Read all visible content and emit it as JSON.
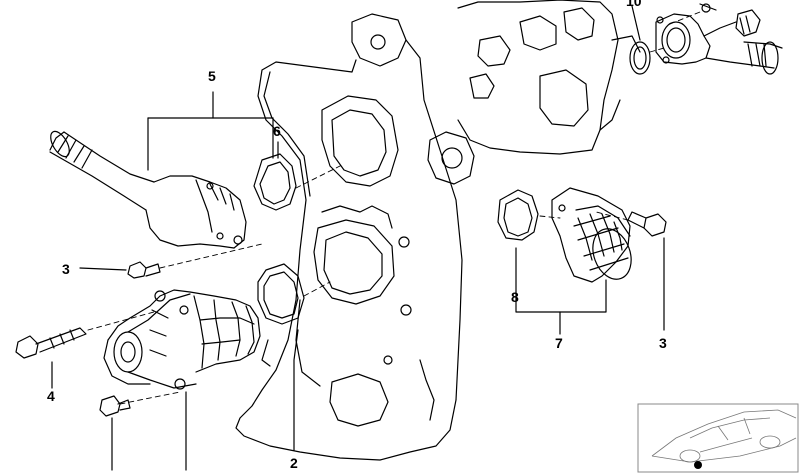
{
  "callouts": {
    "c10": "10",
    "c5": "5",
    "c6": "6",
    "c3a": "3",
    "c4": "4",
    "c2": "2",
    "c8": "8",
    "c7": "7",
    "c3b": "3"
  },
  "colors": {
    "ink": "#000000",
    "paper": "#ffffff",
    "inset_frame": "#888888"
  }
}
